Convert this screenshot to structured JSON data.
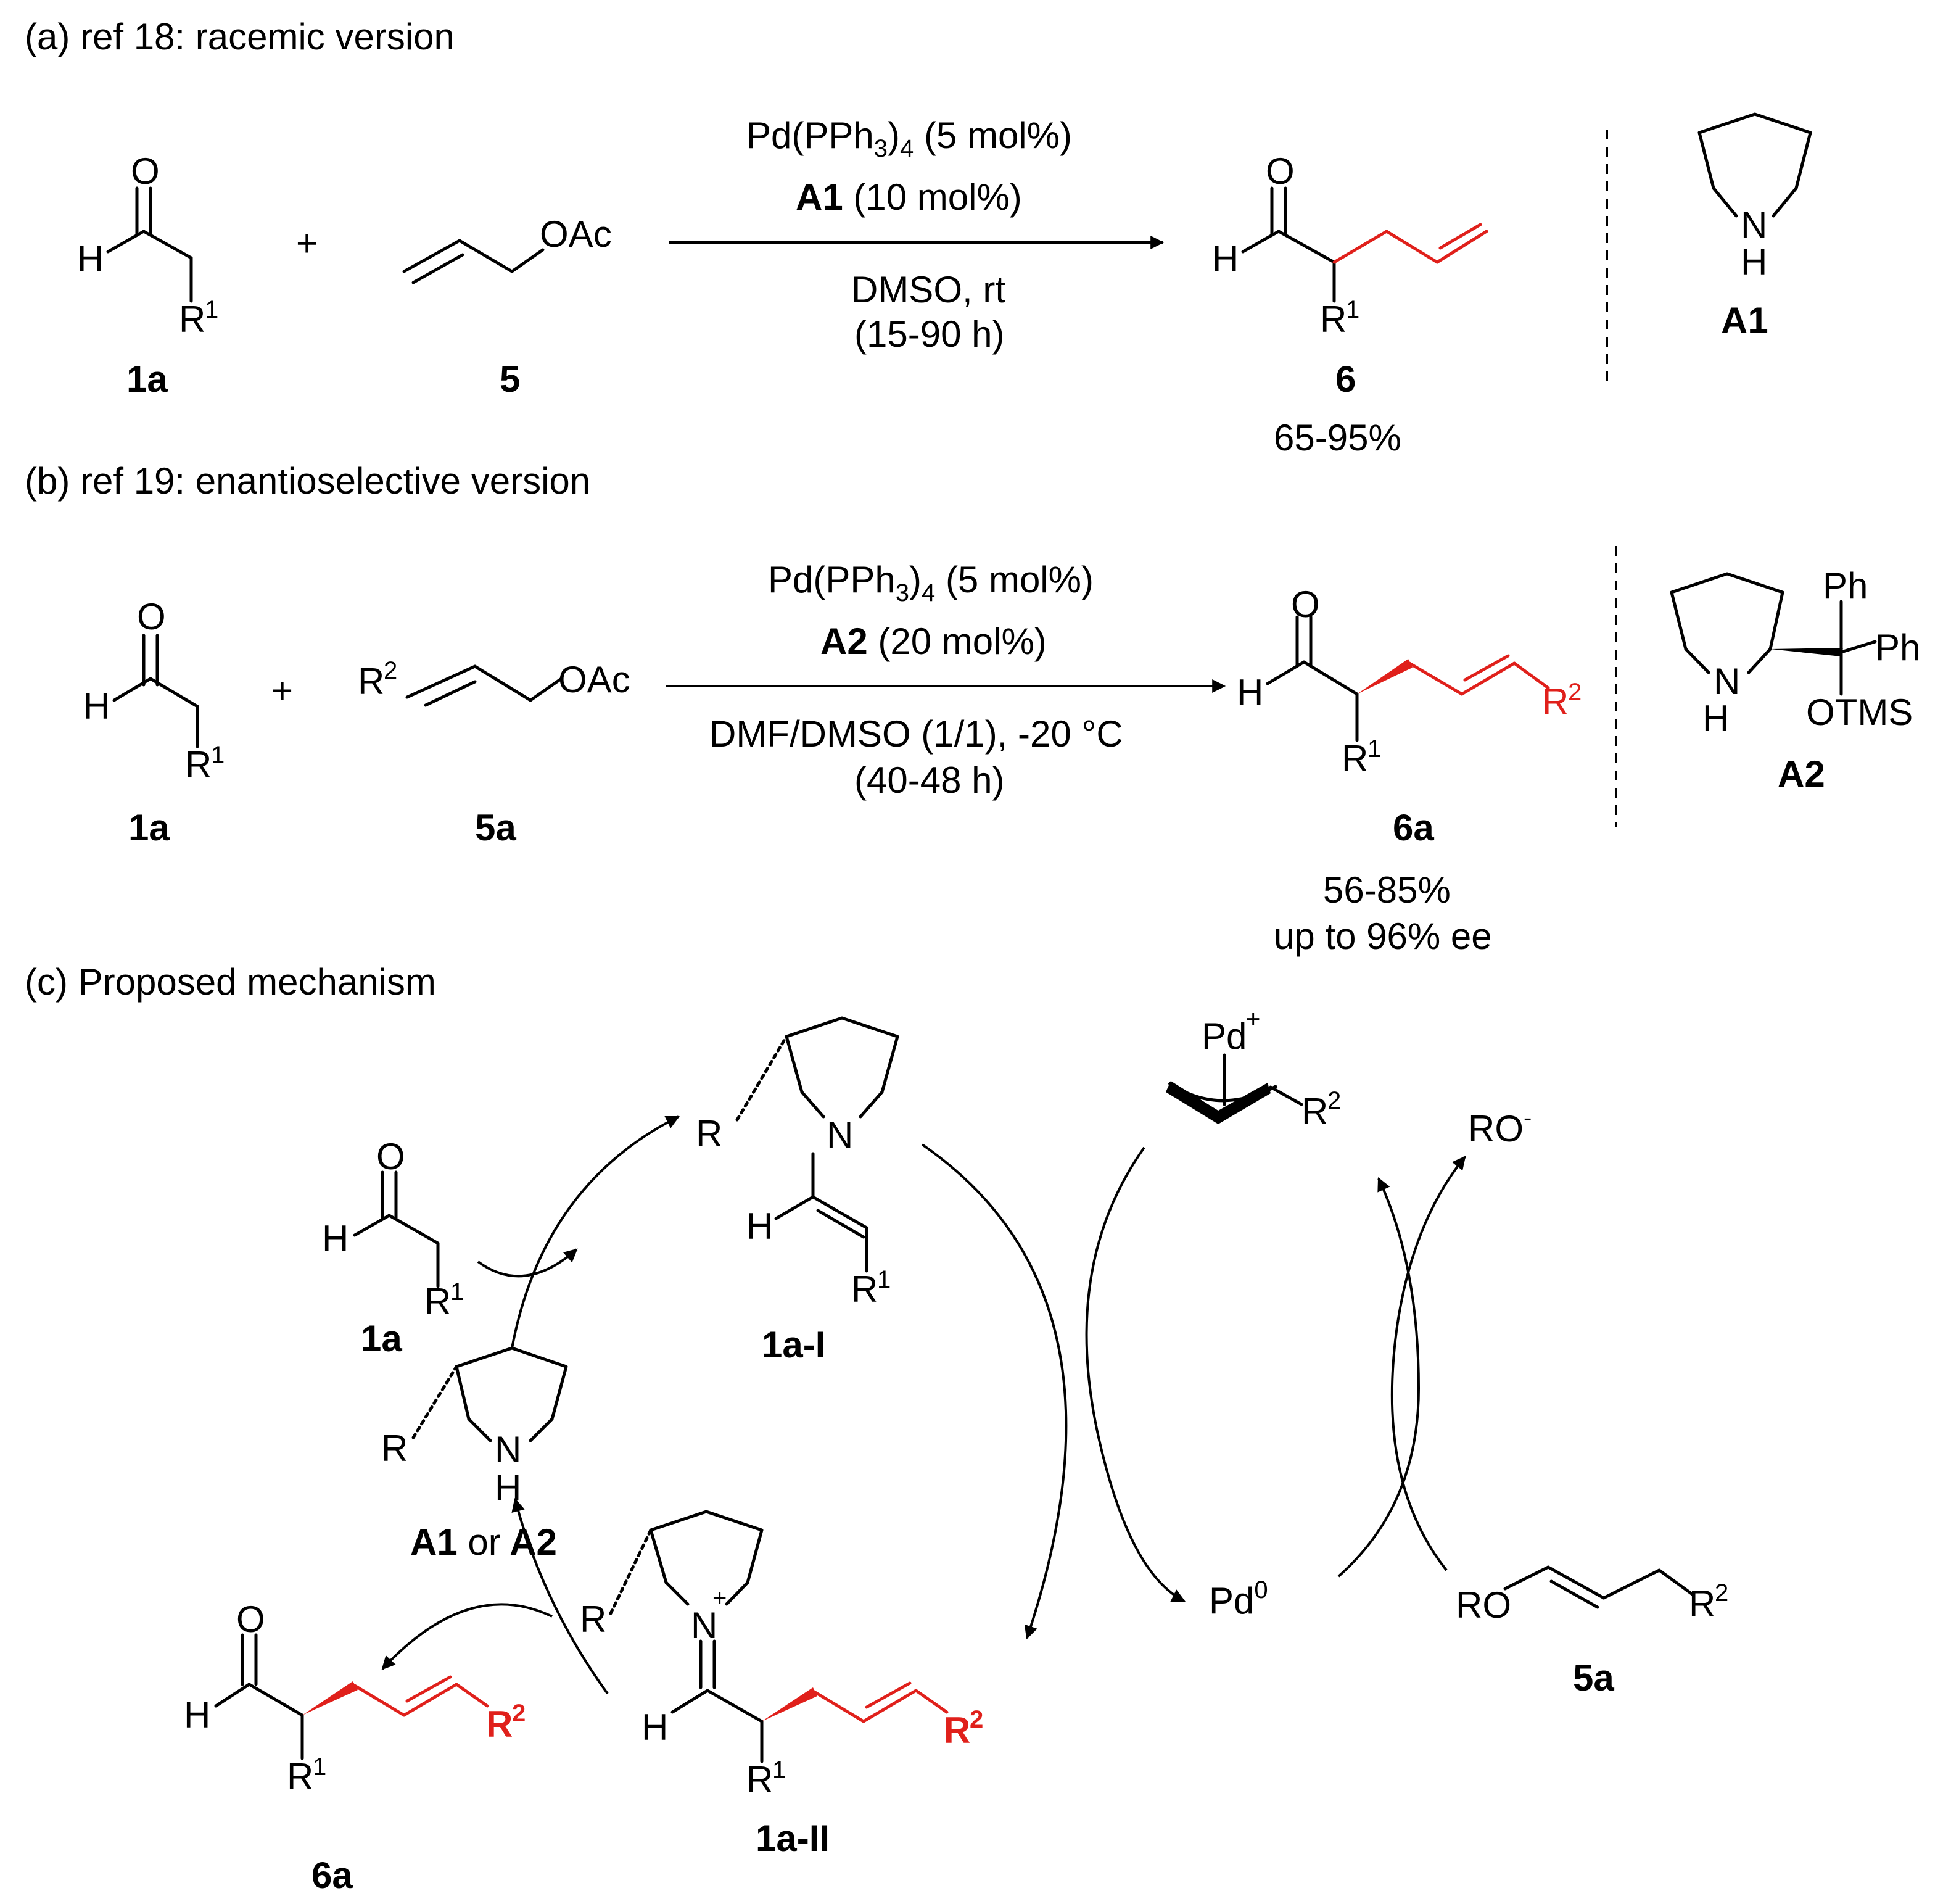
{
  "sections": {
    "a_title": "(a) ref 18: racemic version",
    "b_title": "(b) ref 19: enantioselective version",
    "c_title": "(c) Proposed mechanism"
  },
  "labels": {
    "O": "O",
    "H": "H",
    "N": "N",
    "R": "R",
    "R1": "R",
    "sup1": "1",
    "R2": "R",
    "sup2": "2",
    "OAc": "OAc",
    "plus": "+",
    "Ph": "Ph",
    "OTMS": "OTMS",
    "Pd": "Pd",
    "plus_sup": "+",
    "sup0": "0",
    "RO": "RO",
    "minus_sup": "-",
    "A1": "A1",
    "A2": "A2",
    "or": "or"
  },
  "compounds": {
    "c1a": "1a",
    "c5": "5",
    "c5a": "5a",
    "c6": "6",
    "c6a": "6a",
    "c1aI": "1a-I",
    "c1aII": "1a-II"
  },
  "conditions_a": {
    "cat_pre": "Pd(PPh",
    "cat_sub": "3",
    "cat_sub2": "4",
    "cat_amount": "(5 mol%)",
    "org_amount": "(10 mol%)",
    "solvent": "DMSO, rt",
    "time": "(15-90 h)",
    "yield": "65-95%"
  },
  "conditions_b": {
    "cat_pre": "Pd(PPh",
    "cat_sub": "3",
    "cat_sub2": "4",
    "cat_amount": "(5 mol%)",
    "org_amount": "(20 mol%)",
    "solvent": "DMF/DMSO (1/1), -20 °C",
    "time": "(40-48 h)",
    "yield": "56-85%",
    "ee": "up to 96% ee"
  },
  "colors": {
    "highlight": "#e0201b"
  }
}
